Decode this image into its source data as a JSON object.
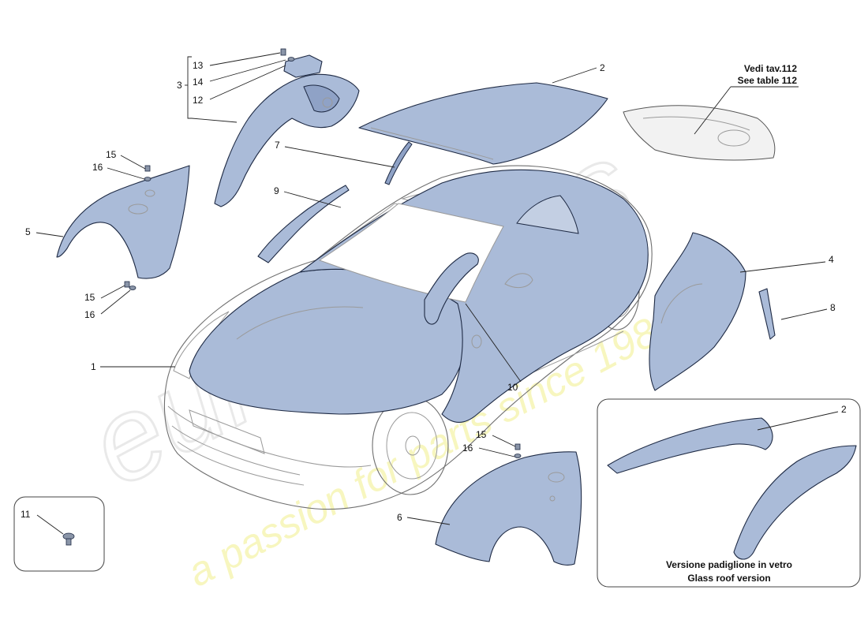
{
  "watermark": {
    "brand": "eurospares",
    "tagline": "a passion for parts since 1985"
  },
  "callouts": {
    "c1": "1",
    "c2_main": "2",
    "c2_inset": "2",
    "c3": "3",
    "c4": "4",
    "c5": "5",
    "c6": "6",
    "c7": "7",
    "c8": "8",
    "c9": "9",
    "c10": "10",
    "c11": "11",
    "c12": "12",
    "c13": "13",
    "c14": "14",
    "c15_top": "15",
    "c16_top": "16",
    "c15_mid": "15",
    "c16_mid": "16",
    "c15_bottom": "15",
    "c16_bottom": "16"
  },
  "notes": {
    "table_ref_it": "Vedi tav.112",
    "table_ref_en": "See table 112",
    "glass_roof_it": "Versione padiglione in vetro",
    "glass_roof_en": "Glass roof version"
  }
}
